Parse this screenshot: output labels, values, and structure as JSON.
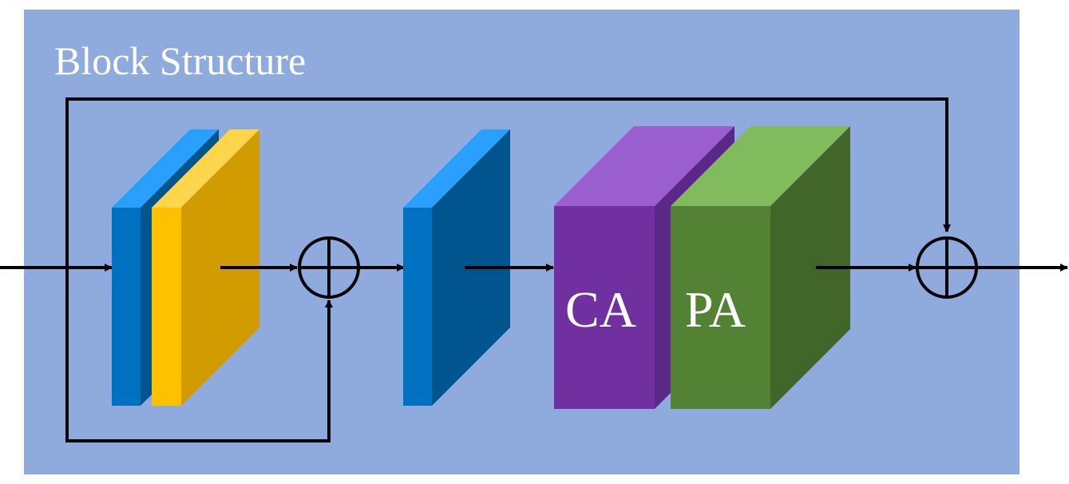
{
  "title": "Block Structure",
  "blocks": {
    "ca_label": "CA",
    "pa_label": "PA"
  },
  "colors": {
    "panel_background": "#8faadc",
    "conv_blue_front": "#0070c0",
    "conv_blue_top": "#29a0ff",
    "conv_blue_side": "#00558f",
    "relu_yellow_front": "#ffc000",
    "relu_yellow_top": "#ffd54a",
    "relu_yellow_side": "#d29c00",
    "ca_purple_front": "#7030a0",
    "ca_purple_top": "#9c5fd0",
    "ca_purple_side": "#5c2888",
    "pa_green_front": "#548235",
    "pa_green_top": "#81bb5e",
    "pa_green_side": "#42652a",
    "arrow": "#000000",
    "text": "#ffffff"
  }
}
